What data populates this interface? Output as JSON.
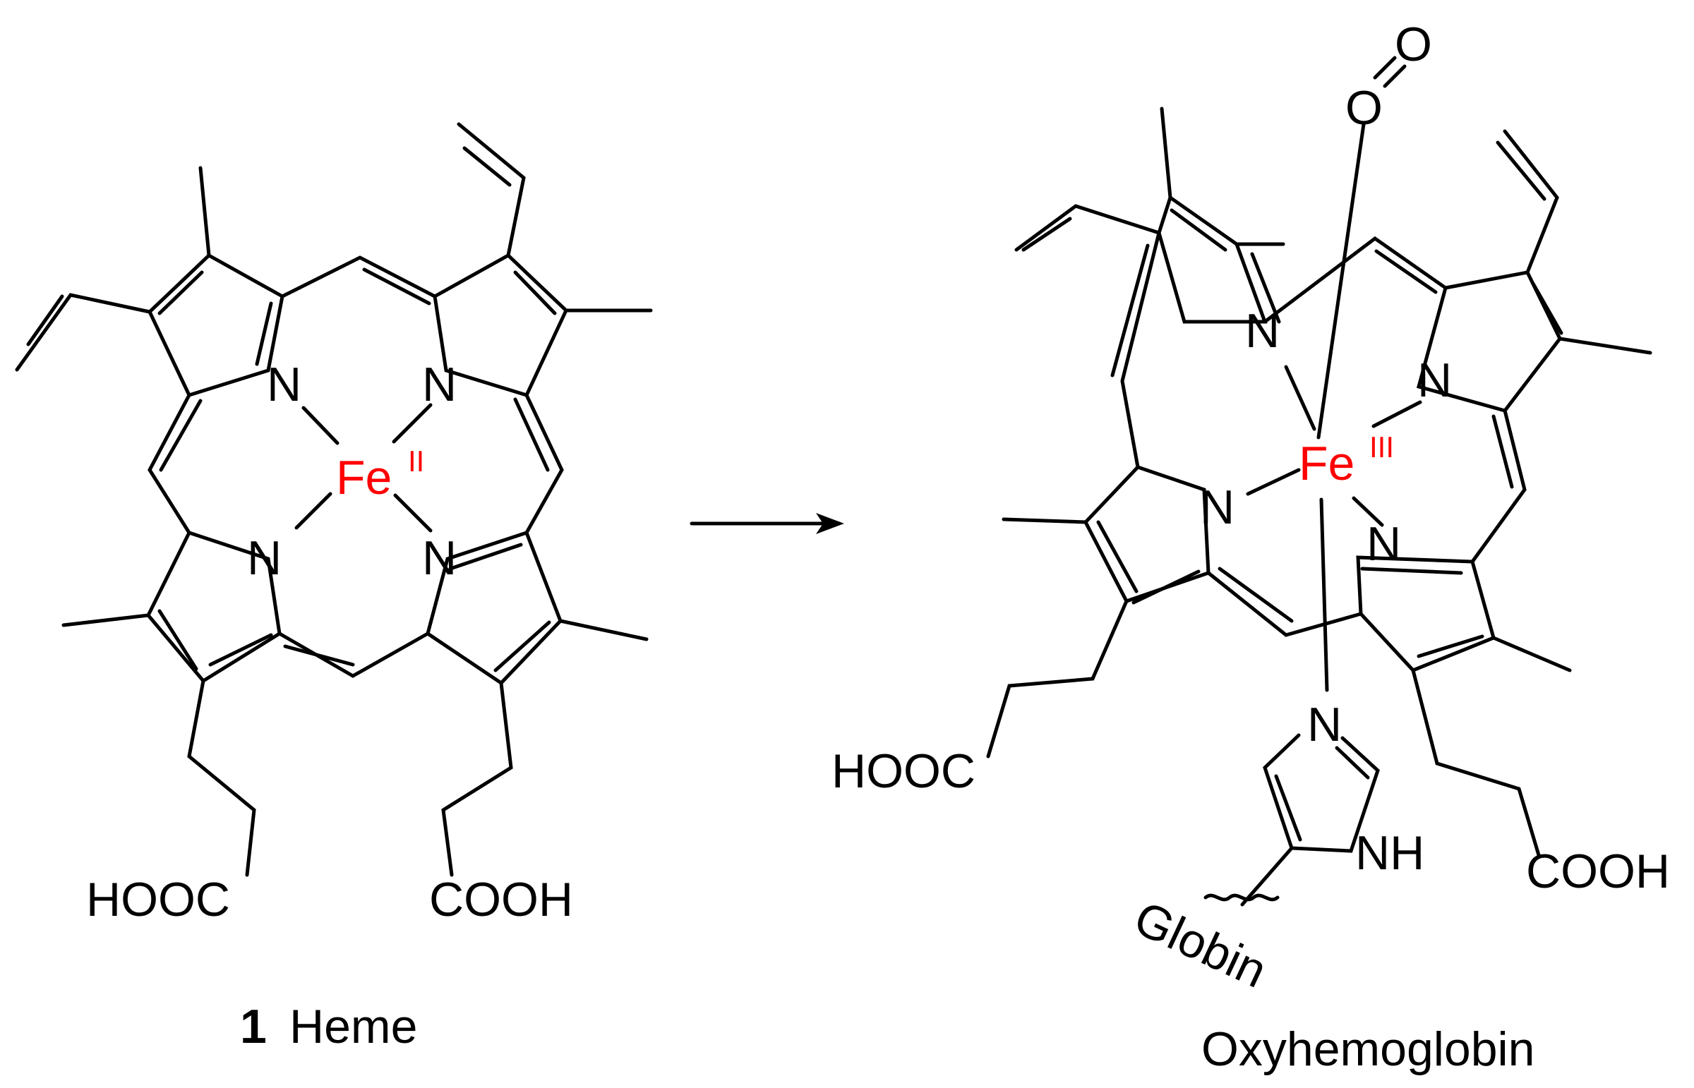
{
  "heme": {
    "iron": "Fe",
    "oxidation_state": "II",
    "nitrogen": "N",
    "acid_left": "HOOC",
    "acid_right": "COOH",
    "caption_number": "1",
    "caption_name": "Heme"
  },
  "oxyhemoglobin": {
    "iron": "Fe",
    "oxidation_state": "III",
    "nitrogen": "N",
    "oxygen": "O",
    "acid_left": "HOOC",
    "acid_right": "COOH",
    "histidine_nh": "NH",
    "globin": "Globin",
    "caption_name": "Oxyhemoglobin"
  },
  "colors": {
    "iron": "#ff0000",
    "bonds": "#000000"
  }
}
